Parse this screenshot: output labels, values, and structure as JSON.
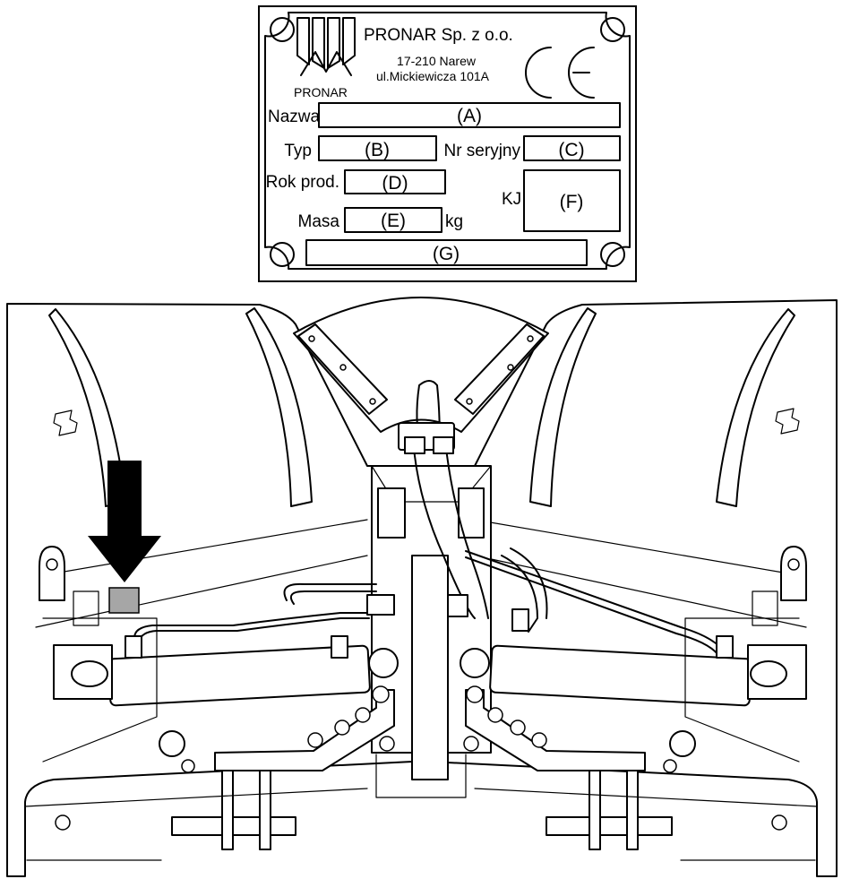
{
  "plate": {
    "company": "PRONAR Sp. z o.o.",
    "address_line1": "17-210 Narew",
    "address_line2": "ul.Mickiewicza 101A",
    "logo_text": "PRONAR",
    "ce_mark": "CE",
    "fields": {
      "name_label": "Nazwa",
      "name_code": "(A)",
      "type_label": "Typ",
      "type_code": "(B)",
      "serial_label": "Nr seryjny",
      "serial_code": "(C)",
      "year_label": "Rok prod.",
      "year_code": "(D)",
      "mass_label": "Masa",
      "mass_code": "(E)",
      "mass_unit": "kg",
      "kj_label": "KJ",
      "kj_code": "(F)",
      "bottom_code": "(G)"
    }
  },
  "marker": {
    "icon": "arrow-down-icon",
    "color": "#000000",
    "plate_location_color": "#a6a6a6"
  }
}
